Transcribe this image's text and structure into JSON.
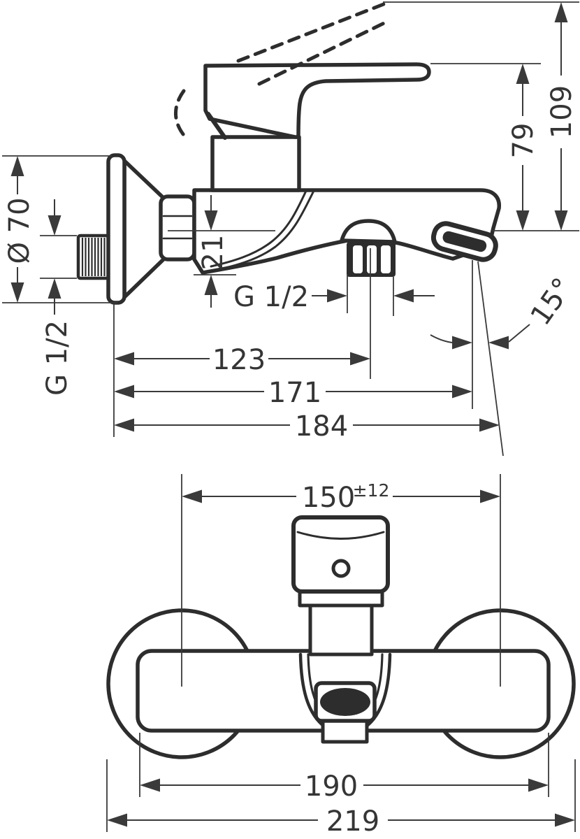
{
  "drawing": {
    "kind": "technical-dimension-drawing",
    "subject": "wall-mounted single-lever bath and shower mixer",
    "views": {
      "side_view": {
        "dimensions": {
          "escutcheon_diameter": "Ø 70",
          "wall_connection_thread": "G 1/2",
          "outlet_offset": "21",
          "shower_outlet_thread": "G 1/2",
          "reach_to_shower_outlet": "123",
          "reach_171": "171",
          "reach_184": "184",
          "handle_height": "79",
          "handle_raised_height": "109",
          "spout_angle": "15°"
        }
      },
      "front_view": {
        "dimensions": {
          "connection_centre_distance": "150",
          "connection_tolerance": "±12",
          "body_width": "190",
          "overall_width": "219"
        }
      }
    },
    "colors": {
      "line": "#2d2d2d",
      "dim_line": "#3a3a3a",
      "background": "#ffffff"
    }
  }
}
